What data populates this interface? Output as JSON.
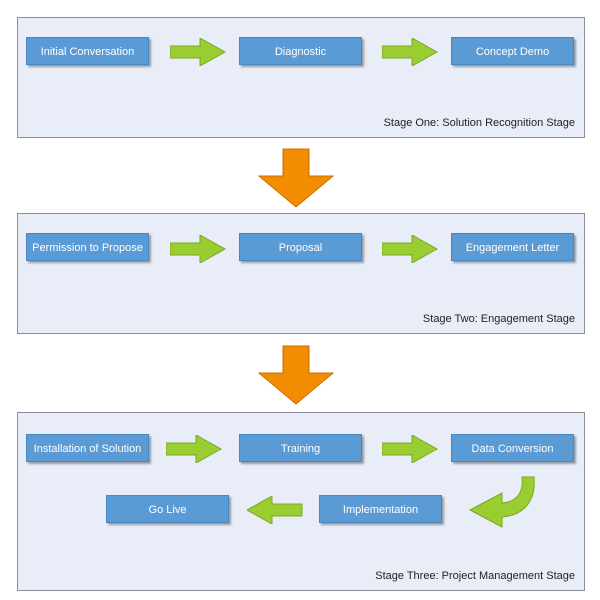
{
  "stages": [
    {
      "label": "Stage One: Solution Recognition Stage",
      "steps": [
        "Initial Conversation",
        "Diagnostic",
        "Concept Demo"
      ]
    },
    {
      "label": "Stage Two: Engagement Stage",
      "steps": [
        "Permission to Propose",
        "Proposal",
        "Engagement Letter"
      ]
    },
    {
      "label": "Stage Three: Project Management Stage",
      "steps": [
        "Installation of Solution",
        "Training",
        "Data Conversion",
        "Implementation",
        "Go Live"
      ]
    }
  ],
  "colors": {
    "box": "#5b9bd5",
    "step_arrow": "#9acd32",
    "stage_arrow": "#f28c00",
    "panel": "#e8edf8"
  }
}
